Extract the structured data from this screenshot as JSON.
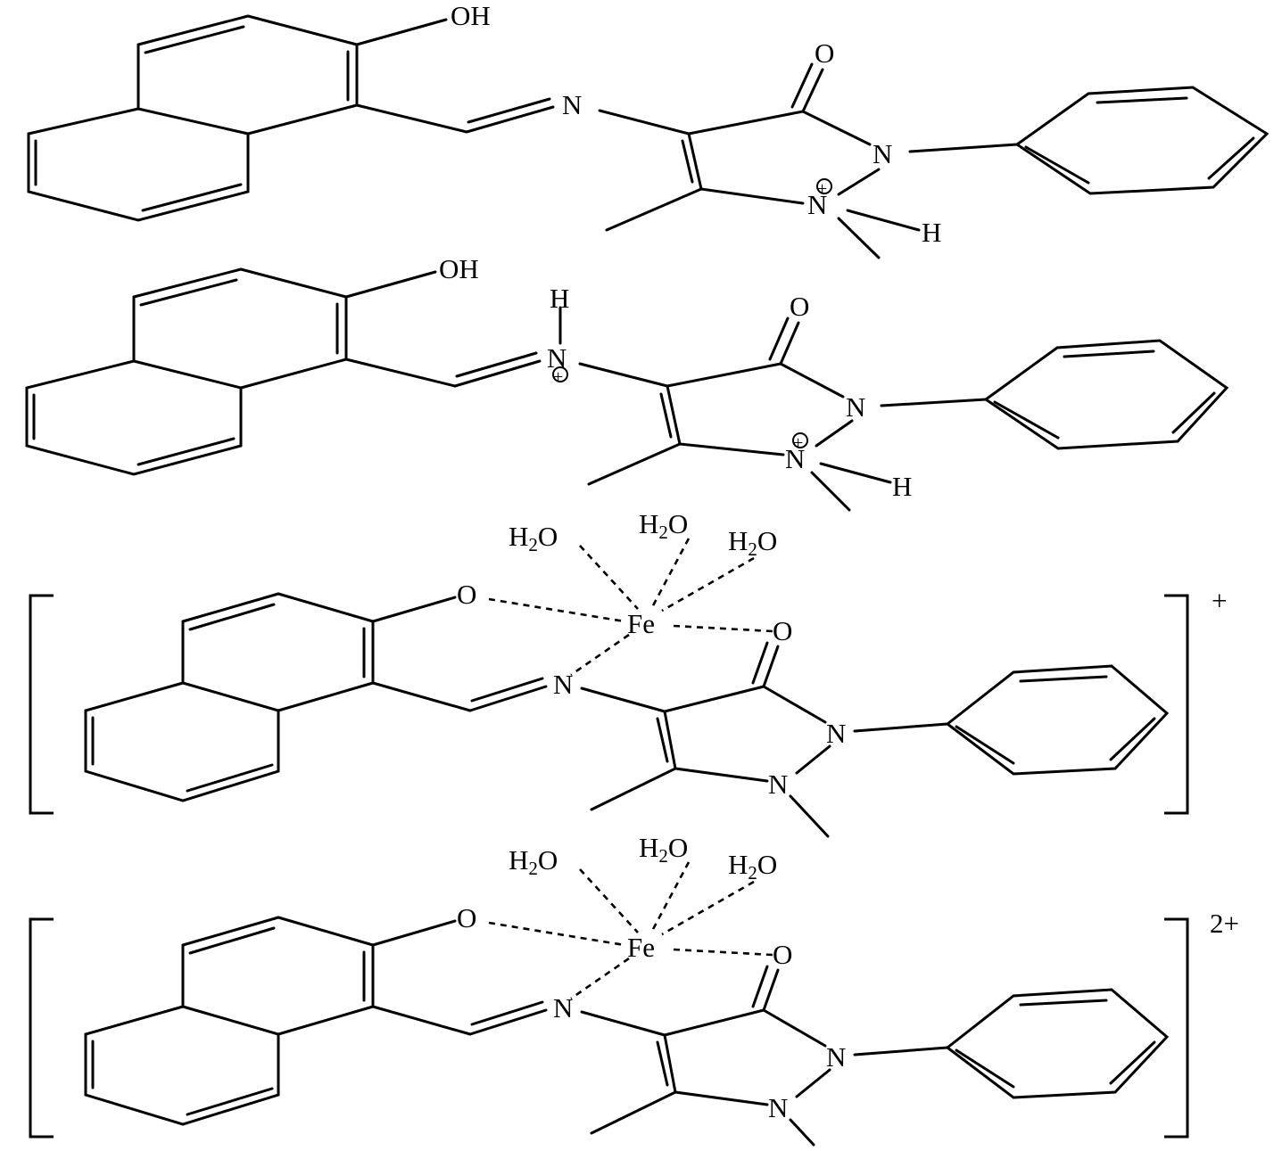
{
  "diagram": {
    "structures": [
      {
        "id": "s1",
        "labels": {
          "hydroxyl": "OH",
          "imine_n": "N",
          "carbonyl_o": "O",
          "ring_n2": "N",
          "ring_n1": "N",
          "ring_n1_charge": "+",
          "ring_n1_h": "H"
        }
      },
      {
        "id": "s2",
        "labels": {
          "hydroxyl": "OH",
          "imine_h": "H",
          "imine_n": "N",
          "imine_n_charge": "+",
          "carbonyl_o": "O",
          "ring_n2": "N",
          "ring_n1": "N",
          "ring_n1_charge": "+",
          "ring_n1_h": "H"
        }
      },
      {
        "id": "s3",
        "labels": {
          "water1_h": "H",
          "water1_sub": "2",
          "water1_o": "O",
          "water2_h": "H",
          "water2_sub": "2",
          "water2_o": "O",
          "water3_h": "H",
          "water3_sub": "2",
          "water3_o": "O",
          "phenoxide_o": "O",
          "metal": "Fe",
          "carbonyl_o": "O",
          "imine_n": "N",
          "ring_n2": "N",
          "ring_n1": "N",
          "complex_charge": "+"
        }
      },
      {
        "id": "s4",
        "labels": {
          "water1_h": "H",
          "water1_sub": "2",
          "water1_o": "O",
          "water2_h": "H",
          "water2_sub": "2",
          "water2_o": "O",
          "water3_h": "H",
          "water3_sub": "2",
          "water3_o": "O",
          "phenoxide_o": "O",
          "metal": "Fe",
          "carbonyl_o": "O",
          "imine_n": "N",
          "ring_n2": "N",
          "ring_n1": "N",
          "complex_charge": "2+"
        }
      }
    ]
  }
}
